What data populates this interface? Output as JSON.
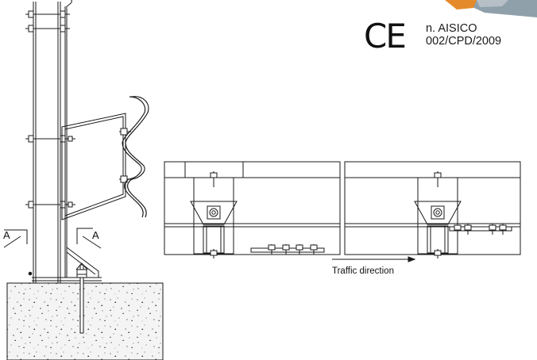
{
  "certification": {
    "mark": "CE",
    "line1": "n. AISICO",
    "line2": "002/CPD/2009"
  },
  "section_marker": {
    "left": "A",
    "right": "A"
  },
  "elevation": {
    "traffic_label": "Traffic direction"
  },
  "colors": {
    "line": "#1a1a1a",
    "background": "#ffffff"
  }
}
